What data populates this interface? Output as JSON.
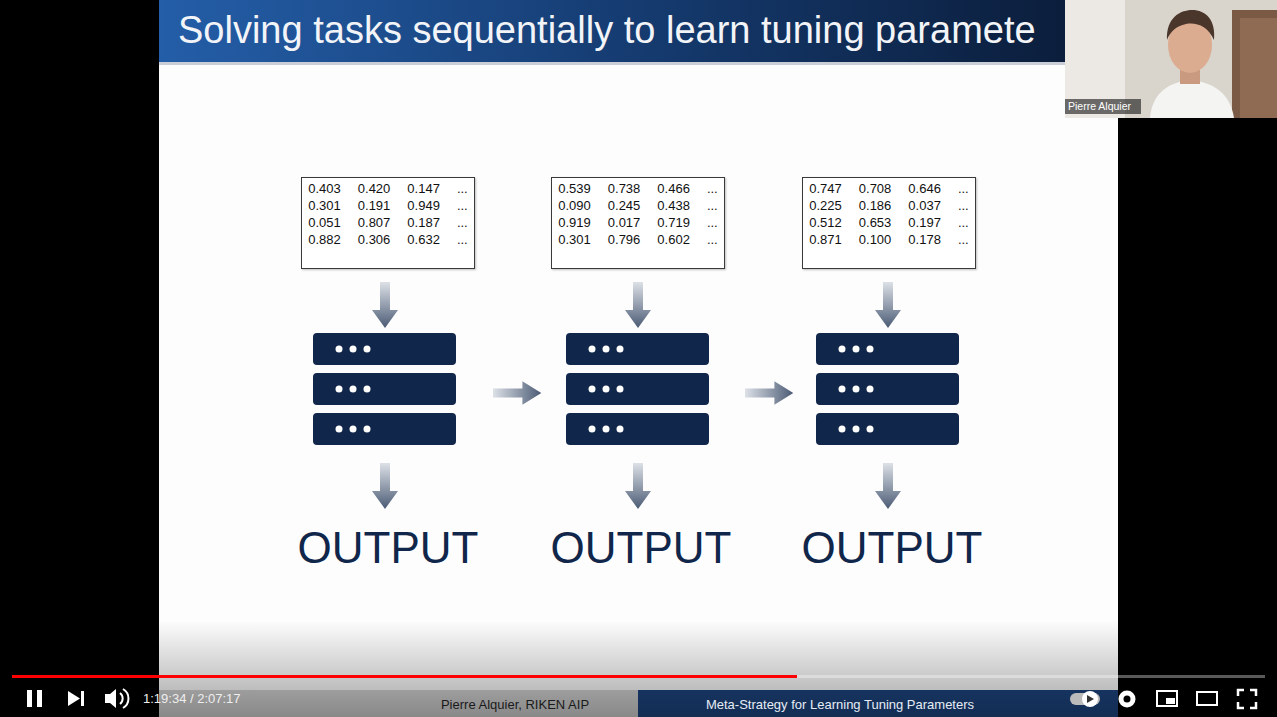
{
  "diagram": {
    "title": "Solving tasks sequentially to learn tuning paramete",
    "nodes": [
      {
        "text": [
          "0.403",
          "0.420",
          "0.147",
          "...",
          "0.301",
          "0.191",
          "0.949",
          "...",
          "0.051",
          "0.807",
          "0.187",
          "...",
          "0.882",
          "0.306",
          "0.632",
          "..."
        ]
      },
      {
        "text": [
          "0.539",
          "0.738",
          "0.466",
          "...",
          "0.090",
          "0.245",
          "0.438",
          "...",
          "0.919",
          "0.017",
          "0.719",
          "...",
          "0.301",
          "0.796",
          "0.602",
          "..."
        ]
      },
      {
        "text": [
          "0.747",
          "0.708",
          "0.646",
          "...",
          "0.225",
          "0.186",
          "0.037",
          "...",
          "0.512",
          "0.653",
          "0.197",
          "...",
          "0.871",
          "0.100",
          "0.178",
          "..."
        ]
      }
    ],
    "labels": [
      "OUTPUT",
      "OUTPUT",
      "OUTPUT",
      "Pierre Alquier",
      "1:19:34 / 2:07:17",
      "Pierre Alquier, RIKEN AIP",
      "Meta-Strategy for Learning Tuning Parameters"
    ]
  }
}
